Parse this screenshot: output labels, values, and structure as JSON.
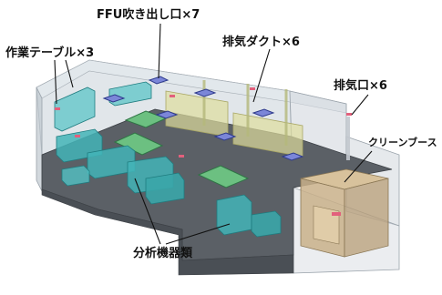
{
  "labels": {
    "ffu": "FFU吹き出し口×7",
    "work_table": "作業テーブル×3",
    "exhaust_duct": "排気ダクト×6",
    "exhaust_port": "排気口×6",
    "clean_booth": "クリーンブース",
    "analyzers": "分析機器類"
  },
  "colors": {
    "wall": "#cfd6dc",
    "floor": "#5b6066",
    "floor_dark": "#4a4f55",
    "ffu": "#7b86d8",
    "table": "#55a86e",
    "duct": "#d6d59a",
    "port": "#e2607c",
    "booth": "#c9b08a",
    "equipment": "#43b4b7"
  }
}
